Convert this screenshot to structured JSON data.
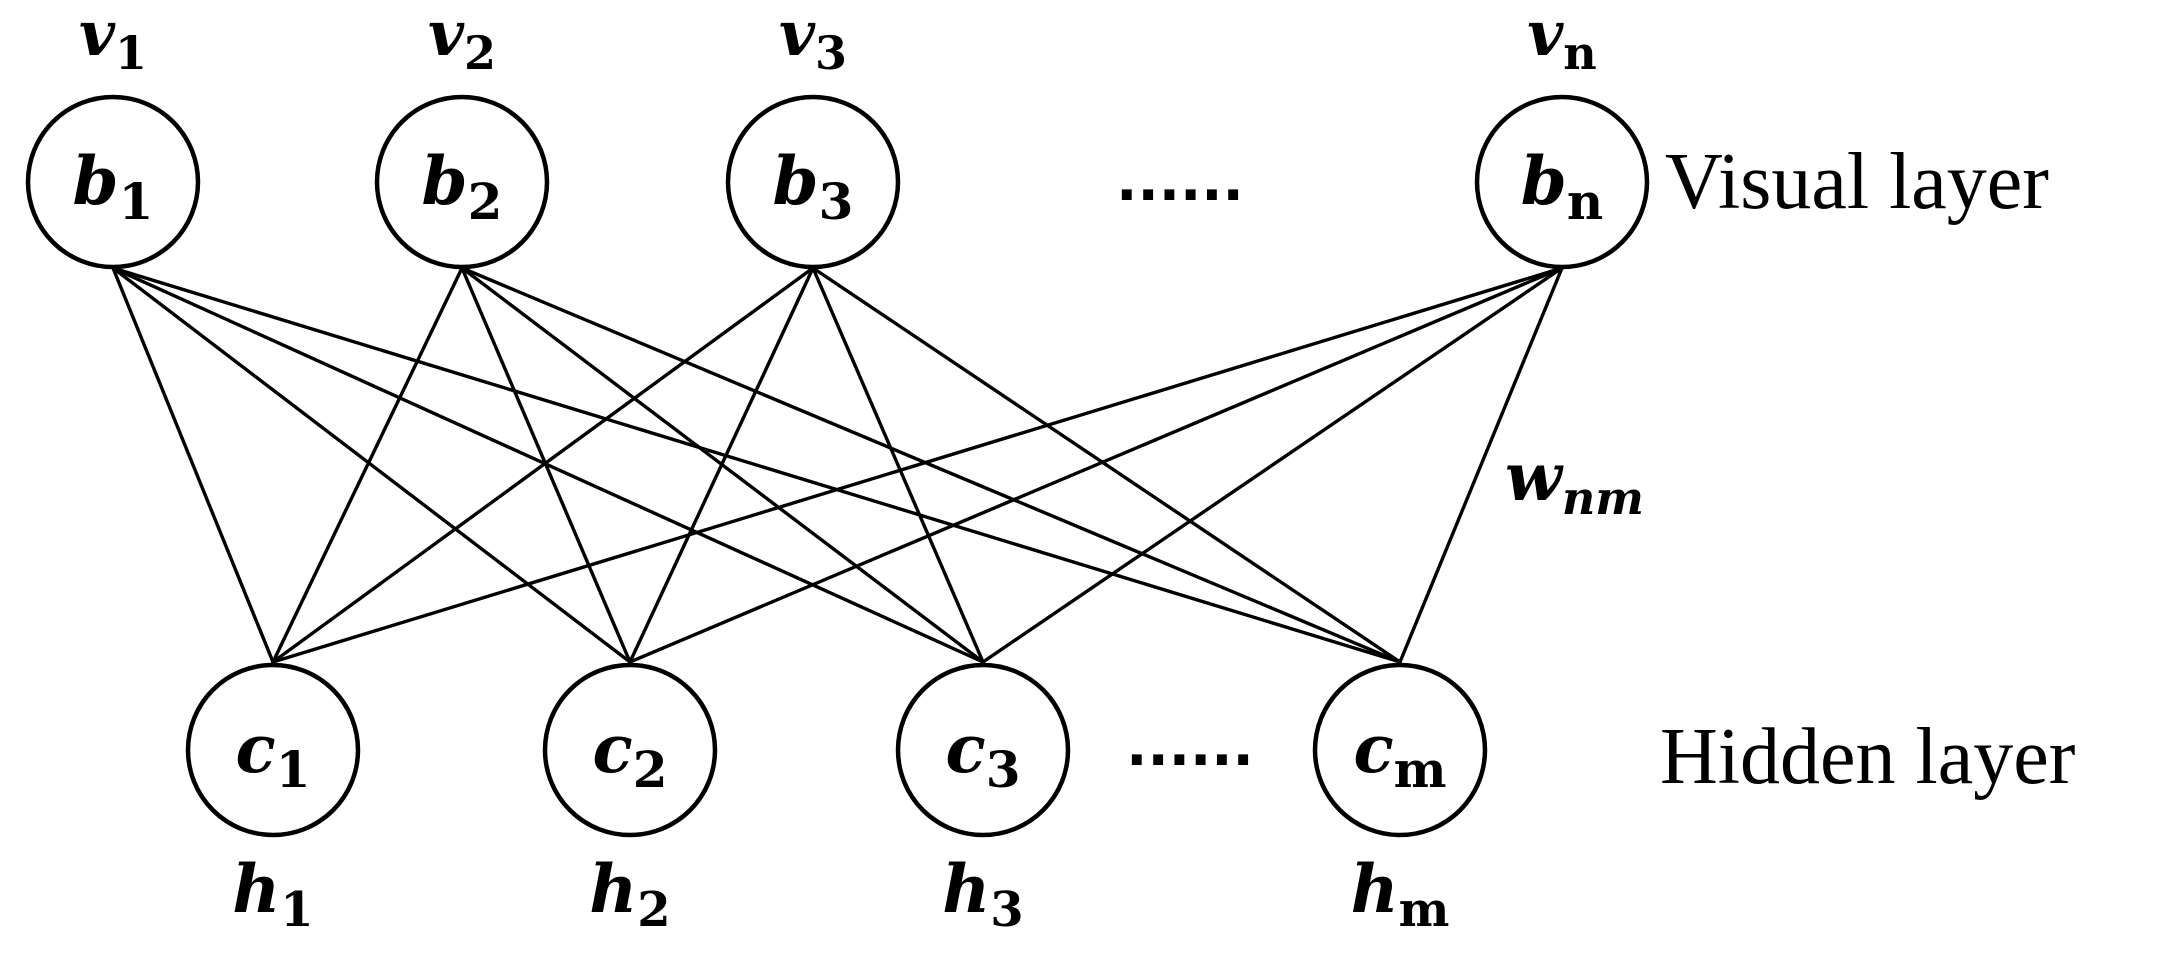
{
  "visible_nodes": [
    {
      "top": "v",
      "top_sub": "1",
      "inner": "b",
      "inner_sub": "1"
    },
    {
      "top": "v",
      "top_sub": "2",
      "inner": "b",
      "inner_sub": "2"
    },
    {
      "top": "v",
      "top_sub": "3",
      "inner": "b",
      "inner_sub": "3"
    },
    {
      "top": "v",
      "top_sub": "n",
      "inner": "b",
      "inner_sub": "n"
    }
  ],
  "hidden_nodes": [
    {
      "bottom": "h",
      "bottom_sub": "1",
      "inner": "c",
      "inner_sub": "1"
    },
    {
      "bottom": "h",
      "bottom_sub": "2",
      "inner": "c",
      "inner_sub": "2"
    },
    {
      "bottom": "h",
      "bottom_sub": "3",
      "inner": "c",
      "inner_sub": "3"
    },
    {
      "bottom": "h",
      "bottom_sub": "m",
      "inner": "c",
      "inner_sub": "m"
    }
  ],
  "visible_ellipsis": "......",
  "hidden_ellipsis": "......",
  "visual_layer_label": "Visual layer",
  "hidden_layer_label": "Hidden layer",
  "weight_label": {
    "base": "w",
    "sub": "nm"
  }
}
